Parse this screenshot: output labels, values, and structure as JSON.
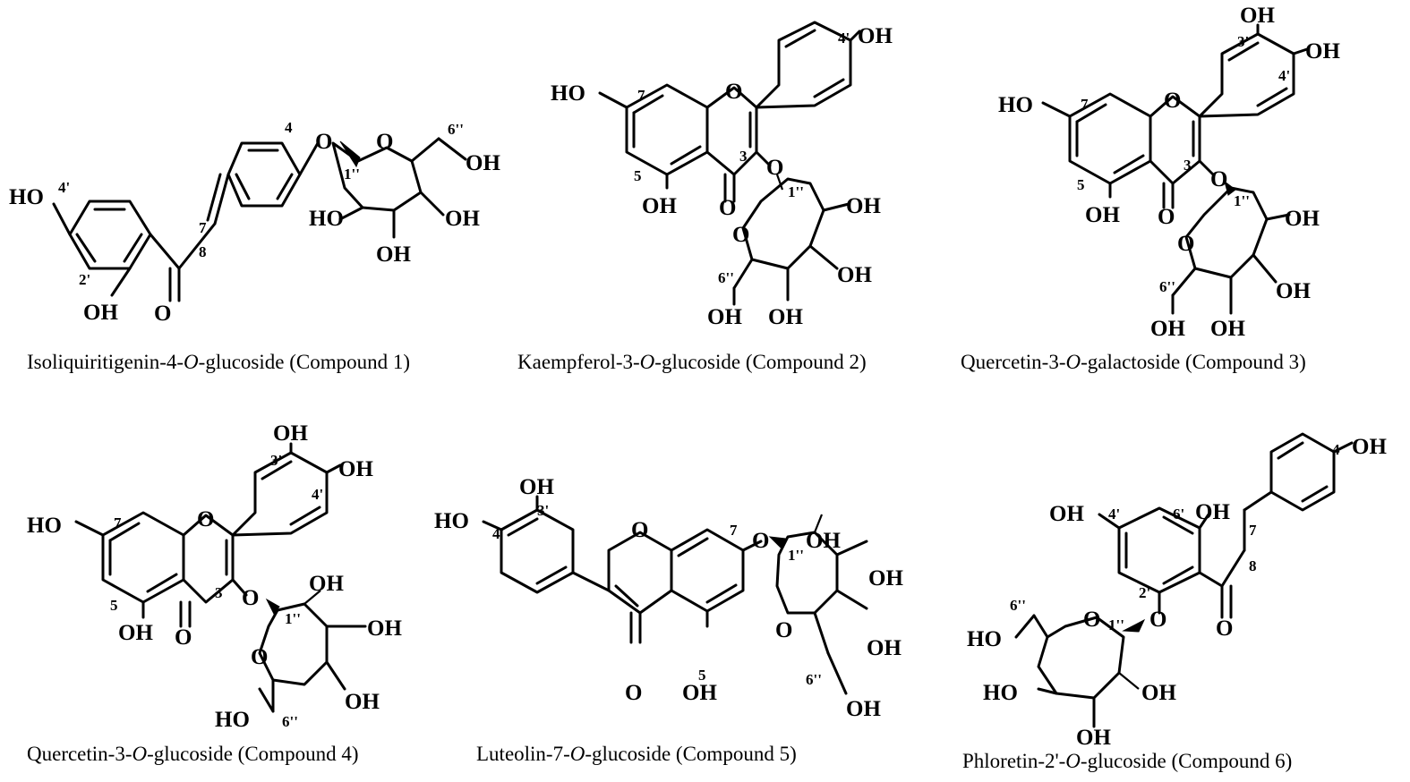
{
  "compounds": [
    {
      "id": 1,
      "name": "Isoliquiritigenin-4-O-glucoside",
      "caption_prefix": "Isoliquiritigenin-4-",
      "caption_suffix": "-glucoside (Compound 1)",
      "atoms": {
        "oh1": "HO",
        "oh2": "OH",
        "oh3": "OH",
        "oh4": "HO",
        "oh5": "OH",
        "oh6": "OH",
        "o_link": "O",
        "o_ring": "O",
        "o_keto": "O"
      },
      "numbers": {
        "n4p": "4'",
        "n2p": "2'",
        "n7": "7",
        "n8": "8",
        "n4": "4",
        "n1pp": "1''",
        "n6pp": "6''"
      }
    },
    {
      "id": 2,
      "name": "Kaempferol-3-O-glucoside",
      "caption_prefix": "Kaempferol-3-",
      "caption_suffix": "-glucoside (Compound 2)",
      "atoms": {
        "oh7": "HO",
        "oh5": "OH",
        "oh4p": "OH",
        "o_ring": "O",
        "o_keto": "O",
        "o_link": "O",
        "o_sug": "O",
        "oh_a": "OH",
        "oh_b": "OH",
        "oh_c": "OH",
        "oh_d": "OH"
      },
      "numbers": {
        "n7": "7",
        "n5": "5",
        "n3": "3",
        "n4p": "4'",
        "n1pp": "1''",
        "n6pp": "6''"
      }
    },
    {
      "id": 3,
      "name": "Quercetin-3-O-galactoside",
      "caption_prefix": "Quercetin-3-",
      "caption_suffix": "-galactoside (Compound 3)",
      "atoms": {
        "oh7": "HO",
        "oh5": "OH",
        "oh3p": "OH",
        "oh4p": "OH",
        "o_ring": "O",
        "o_keto": "O",
        "o_link": "O",
        "o_sug": "O",
        "oh_a": "OH",
        "oh_b": "OH",
        "oh_c": "OH",
        "oh_d": "OH"
      },
      "numbers": {
        "n7": "7",
        "n5": "5",
        "n3": "3",
        "n3p": "3'",
        "n4p": "4'",
        "n1pp": "1''",
        "n6pp": "6''"
      }
    },
    {
      "id": 4,
      "name": "Quercetin-3-O-glucoside",
      "caption_prefix": "Quercetin-3-",
      "caption_suffix": "-glucoside (Compound 4)",
      "atoms": {
        "oh7": "HO",
        "oh5": "OH",
        "oh3p": "OH",
        "oh4p": "OH",
        "o_ring": "O",
        "o_keto": "O",
        "o_link": "O",
        "o_sug": "O",
        "oh_a": "OH",
        "oh_b": "OH",
        "oh_c": "OH",
        "oh_d": "HO"
      },
      "numbers": {
        "n7": "7",
        "n5": "5",
        "n3": "3",
        "n3p": "3'",
        "n4p": "4'",
        "n1pp": "1''",
        "n6pp": "6''"
      }
    },
    {
      "id": 5,
      "name": "Luteolin-7-O-glucoside",
      "caption_prefix": "Luteolin-7-",
      "caption_suffix": "-glucoside (Compound 5)",
      "atoms": {
        "oh4p": "HO",
        "oh3p": "OH",
        "oh5": "OH",
        "o_ring": "O",
        "o_keto": "O",
        "o_link": "O",
        "o_sug": "O",
        "oh_a": "OH",
        "oh_b": "OH",
        "oh_c": "OH",
        "oh_d": "OH"
      },
      "numbers": {
        "n4p": "4'",
        "n3p": "3'",
        "n7": "7",
        "n5": "5",
        "n1pp": "1''",
        "n6pp": "6''"
      }
    },
    {
      "id": 6,
      "name": "Phloretin-2'-O-glucoside",
      "caption_prefix": "Phloretin-2'-",
      "caption_suffix": "-glucoside (Compound 6)",
      "atoms": {
        "oh4p": "OH",
        "oh6p": "OH",
        "oh4": "OH",
        "o_keto": "O",
        "o_link": "O",
        "o_sug": "O",
        "oh_a": "HO",
        "oh_b": "HO",
        "oh_c": "OH",
        "oh_d": "OH"
      },
      "numbers": {
        "n4p": "4'",
        "n6p": "6'",
        "n4": "4",
        "n7": "7",
        "n8": "8",
        "n2p": "2'",
        "n1pp": "1''",
        "n6pp": "6''"
      }
    }
  ],
  "italic_O": "O"
}
